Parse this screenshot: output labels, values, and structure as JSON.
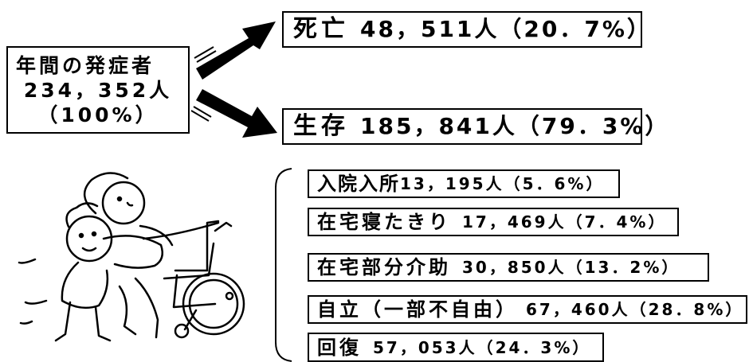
{
  "source": {
    "label": "年間の発症者",
    "count": "234，352人",
    "percent": "（100%）"
  },
  "outcomes": [
    {
      "label": "死亡",
      "value": "48，511人（20．7%）"
    },
    {
      "label": "生存",
      "value": "185，841人（79．3%）"
    }
  ],
  "breakdown": [
    {
      "label": "入院入所",
      "value": "13，195人（5．6%）"
    },
    {
      "label": "在宅寝たきり",
      "value": "17，469人（7．4%）"
    },
    {
      "label": "在宅部分介助",
      "value": "30，850人（13．2%）"
    },
    {
      "label": "自立（一部不自由）",
      "value": "67，460人（28．8%）"
    },
    {
      "label": "回復",
      "value": "57，053人（24．3%）"
    }
  ],
  "illustration": "caregiver-carrying-person-to-wheelchair-icon"
}
